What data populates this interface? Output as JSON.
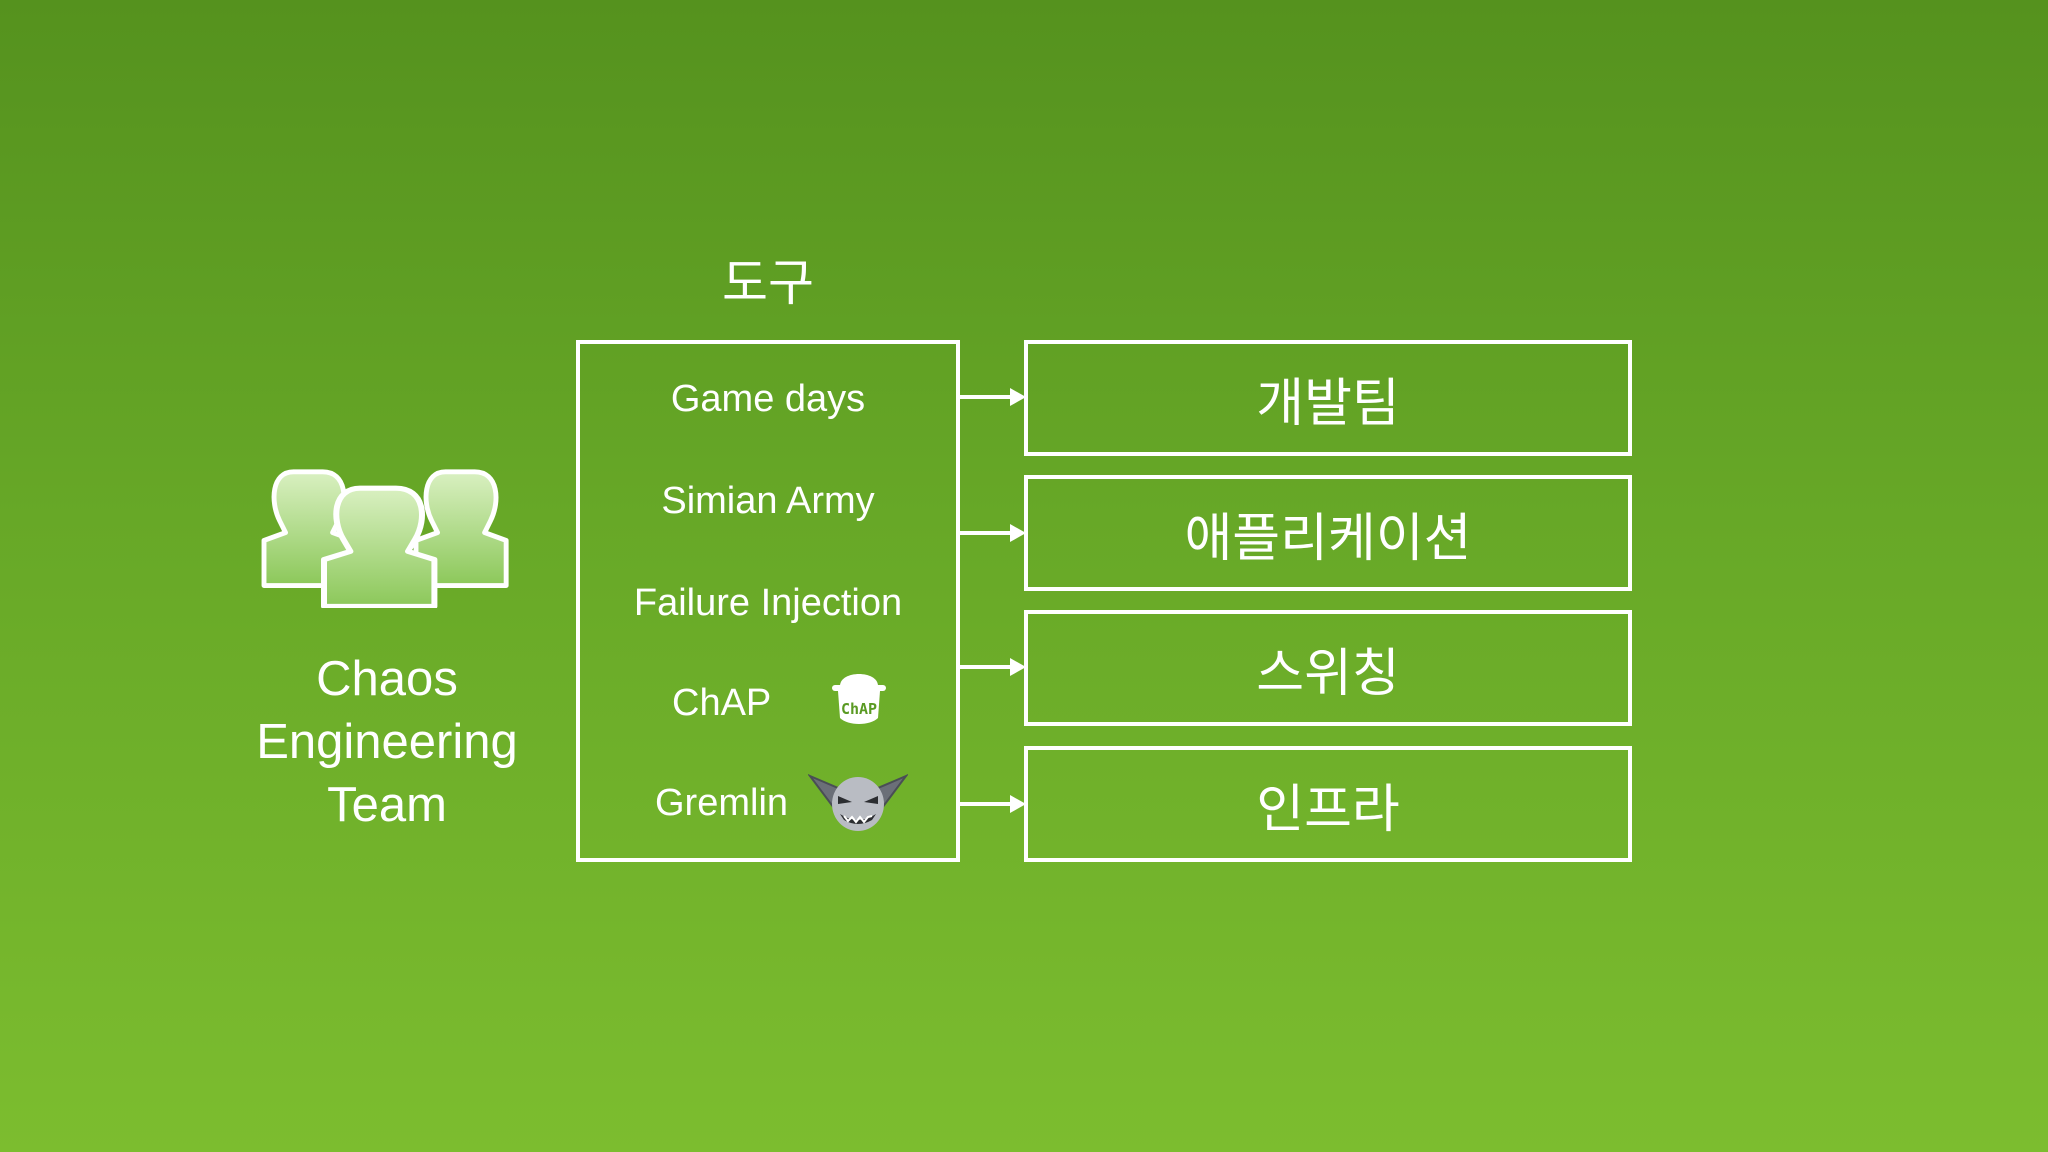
{
  "team": {
    "icon": "people-group-icon",
    "label_lines": [
      "Chaos",
      "Engineering",
      "Team"
    ]
  },
  "tools": {
    "heading": "도구",
    "items": [
      "Game days",
      "Simian Army",
      "Failure Injection",
      "ChAP",
      "Gremlin"
    ],
    "chap_logo_text": "ChAP",
    "chap_icon": "chap-mascot-icon",
    "gremlin_icon": "gremlin-face-icon"
  },
  "targets": [
    "개발팀",
    "애플리케이션",
    "스위칭",
    "인프라"
  ],
  "colors": {
    "background_top": "#55921e",
    "background_bottom": "#7cbd2f",
    "foreground": "#ffffff"
  }
}
